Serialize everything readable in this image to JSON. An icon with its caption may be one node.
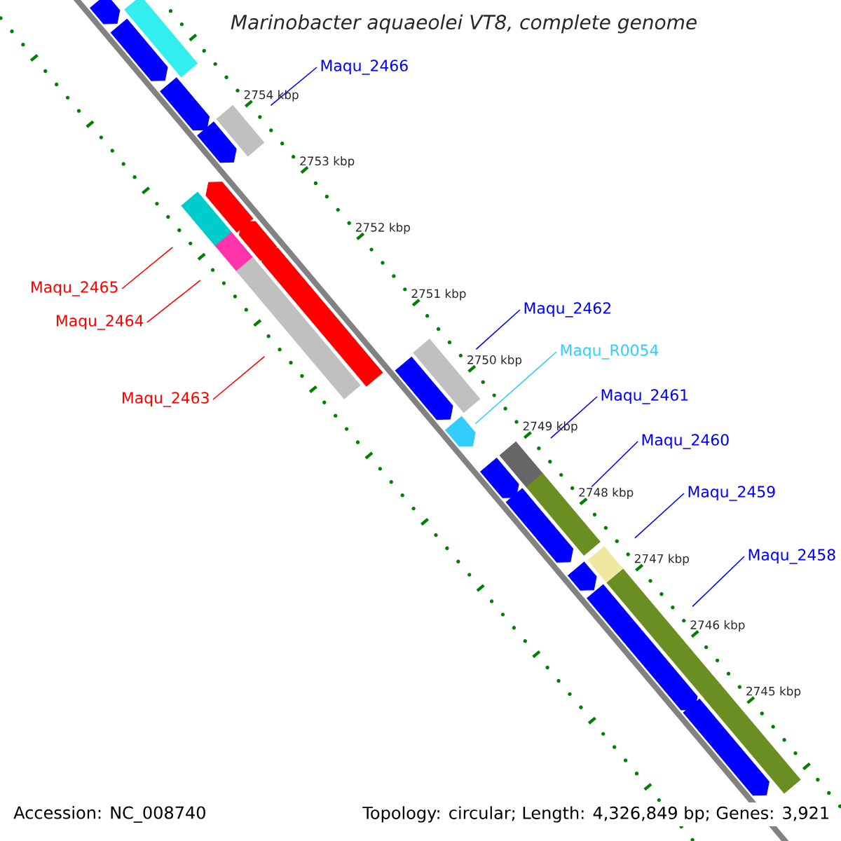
{
  "diagram": {
    "title": "Marinobacter aquaeolei VT8, complete genome",
    "nodes": [
      {
        "text": [
          "Maqu_2466"
        ]
      },
      {
        "text": [
          "Maqu_2465"
        ]
      },
      {
        "text": [
          "Maqu_2464"
        ]
      },
      {
        "text": [
          "Maqu_2463"
        ]
      },
      {
        "text": [
          "Maqu_2462"
        ]
      },
      {
        "text": [
          "Maqu_R0054"
        ]
      },
      {
        "text": [
          "Maqu_2461"
        ]
      },
      {
        "text": [
          "Maqu_2460"
        ]
      },
      {
        "text": [
          "Maqu_2459"
        ]
      },
      {
        "text": [
          "Maqu_2458"
        ]
      },
      {
        "text": [],
        "shape": "pentagon"
      },
      {
        "text": [],
        "shape": "bar"
      },
      {
        "text": [],
        "shape": "pentagon"
      },
      {
        "text": [],
        "shape": "pentagon"
      },
      {
        "text": [],
        "shape": "pentagon"
      },
      {
        "text": [],
        "shape": "bar"
      },
      {
        "text": [],
        "shape": "pentagon"
      },
      {
        "text": [],
        "shape": "bar"
      },
      {
        "text": [],
        "shape": "pentagon"
      },
      {
        "text": [],
        "shape": "bar"
      },
      {
        "text": [],
        "shape": "pentagon"
      },
      {
        "text": [],
        "shape": "bar"
      },
      {
        "text": [],
        "shape": "bar"
      },
      {
        "text": [],
        "shape": "pentagon"
      },
      {
        "text": [],
        "shape": "pentagon"
      },
      {
        "text": [],
        "shape": "bar"
      },
      {
        "text": [],
        "shape": "pentagon"
      },
      {
        "text": [],
        "shape": "bar"
      },
      {
        "text": [],
        "shape": "pentagon"
      },
      {
        "text": [],
        "shape": "bar"
      },
      {
        "text": [],
        "shape": "pentagon"
      },
      {
        "text": [],
        "shape": "bar"
      },
      {
        "text": [],
        "shape": "pentagon"
      },
      {
        "text": [],
        "shape": "bar"
      },
      {
        "text": [],
        "shape": "pentagon"
      }
    ],
    "edges": [
      {
        "from": 0,
        "to": 15,
        "arrow": "none"
      },
      {
        "from": 1,
        "to": 17,
        "arrow": "none",
        "color": "#ff0000"
      },
      {
        "from": 2,
        "to": 19,
        "arrow": "none",
        "color": "#ff0000"
      },
      {
        "from": 3,
        "to": 21,
        "arrow": "none",
        "color": "#ff0000"
      },
      {
        "from": 4,
        "to": 22,
        "arrow": "none"
      },
      {
        "from": 5,
        "to": 24,
        "arrow": "none",
        "color": "#33ccff"
      },
      {
        "from": 6,
        "to": 25,
        "arrow": "none"
      },
      {
        "from": 7,
        "to": 27,
        "arrow": "none"
      },
      {
        "from": 8,
        "to": 29,
        "arrow": "none"
      },
      {
        "from": 9,
        "to": 31,
        "arrow": "none"
      }
    ],
    "labels": [
      "2754 kbp",
      "2753 kbp",
      "2752 kbp",
      "2751 kbp",
      "2750 kbp",
      "2749 kbp",
      "2748 kbp",
      "2747 kbp",
      "2746 kbp",
      "2745 kbp",
      "Accession: NC_008740",
      "Topology: circular; Length: 4,326,849 bp; Genes: 3,921"
    ]
  }
}
